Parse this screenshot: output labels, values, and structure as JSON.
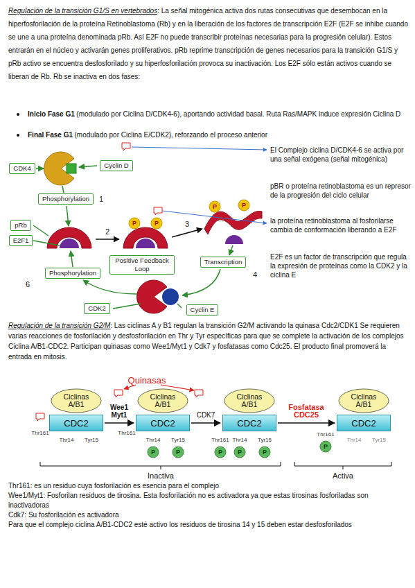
{
  "diagram": {
    "nodes": [
      {
        "text": [
          "CDK4"
        ]
      },
      {
        "text": [
          "Cyclin D"
        ]
      },
      {
        "text": [
          "Phosphorylation"
        ]
      },
      {
        "text": [
          "pRb"
        ]
      },
      {
        "text": [
          "E2F1"
        ]
      },
      {
        "text": [
          "Positive Feedback Loop"
        ]
      },
      {
        "text": [
          "Transcription"
        ]
      },
      {
        "text": [
          "Phosphorylation"
        ]
      },
      {
        "text": [
          "CDK2"
        ]
      },
      {
        "text": [
          "Cyclin E"
        ]
      },
      {
        "text": [
          "Ciclinas A/B1"
        ]
      },
      {
        "text": [
          "CDC2"
        ]
      },
      {
        "text": [
          "Ciclinas A/B1"
        ]
      },
      {
        "text": [
          "CDC2"
        ]
      },
      {
        "text": [
          "Ciclinas A/B1"
        ]
      },
      {
        "text": [
          "CDC2"
        ]
      },
      {
        "text": [
          "Ciclinas A/B1"
        ]
      },
      {
        "text": [
          "CDC2"
        ]
      }
    ],
    "edges": [
      {
        "from": 11,
        "to": 13,
        "arrow": "to",
        "label": "Wee1 Myt1"
      },
      {
        "from": 13,
        "to": 15,
        "arrow": "to",
        "label": "CDK7"
      },
      {
        "from": 15,
        "to": 17,
        "arrow": "to",
        "label": "Fosfatasa CDC25"
      }
    ],
    "labels": [
      "Regulación de la transición G1/S en vertebrados",
      ": La señal mitogénica activa dos rutas consecutivas que desembocan en la hiperfosforilación de la proteína Retinoblastoma (Rb) y en la liberación de los factores de transcripción E2F (E2F se inhibe cuando se une a una proteína denominada pRb. Así E2F no puede transcribir proteínas necesarias para la progresión celular). Estos entrarán en el núcleo y activarán genes proliferativos. pRb reprime transcripción de genes necesarios para la transición G1/S y pRb activo se encuentra desfosforilado y su hiperfosforilación provoca su inactivación. Los E2F sólo están activos cuando se liberan de Rb. Rb se inactiva en dos fases:",
      "Inicio Fase G1",
      "(modulado por Ciclina D/CDK4-6), aportando actividad basal. Ruta Ras/MAPK induce expresión Ciclina D",
      "Final Fase G1",
      "(modulado por Ciclina E/CDK2), reforzando el proceso anterior",
      "El Complejo ciclina D/CDK4-6 se activa por una señal exógena (señal mitogénica)",
      "pBR o proteína retinoblastoma es un represor de la progresión del ciclo celular",
      "la proteína retinoblastoma al fosforilarse cambia de conformación liberando a E2F",
      "E2F es un factor de transcripción que regula la expresión de proteínas como la CDK2 y la ciclina E",
      "1",
      "2",
      "3",
      "4",
      "6",
      "P",
      "P",
      "P",
      "P",
      "Regulación de la transición G2/M",
      ": Las ciclinas A y B1 regulan la transición G2/M activando la quinasa Cdc2/CDK1 Se requieren varias reacciones de fosforilación y desfosforilación en Thr y Tyr específicas para que se complete la activación de los complejos Ciclina A/B1-CDC2. Participan quinasas como Wee1/Myt1 y Cdk7 y fosfatasas como Cdc25. El producto final promoverá la entrada en mitosis.",
      "Quinasas",
      "Thr161",
      "Thr14",
      "Tyr15",
      "Thr161",
      "Thr14",
      "Tyr15",
      "Thr161",
      "Thr14",
      "Tyr15",
      "Thr161",
      "Thr14",
      "Tyr15",
      "P",
      "P",
      "P",
      "P",
      "P",
      "P",
      "Inactiva",
      "Activa",
      "Thr161: es un residuo cuya fosforilación es esencia para el complejo",
      "Wee1/Myt1: Fosforilan residuos de tirosina. Esta fosforilación no es activadora ya que estas tirosinas fosforiladas son inactivadoras",
      "Cdk7: Su fosforilación es activadora",
      "Para que el complejo ciclina A/B1-CDC2 esté activo los residuos de tirosina 14 y 15 deben estar desfosforilados"
    ]
  }
}
